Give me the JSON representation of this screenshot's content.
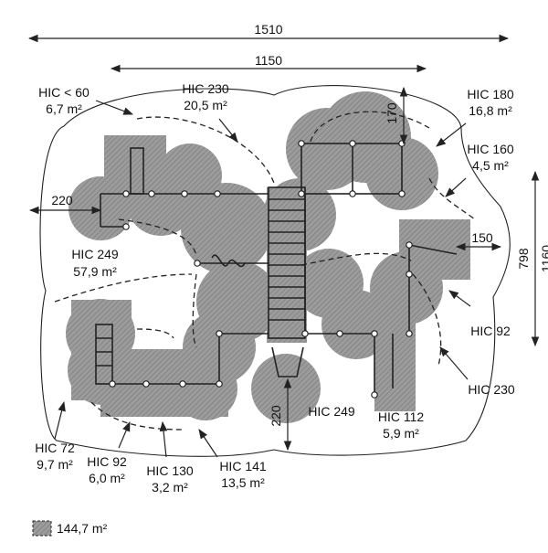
{
  "dimensions": {
    "total_width": "1510",
    "inner_width": "1150",
    "left_offset": "220",
    "top_offset": "170",
    "right_offset": "150",
    "bottom_offset": "220",
    "right_depth": "798",
    "right_depth_total": "1160"
  },
  "labels": {
    "hic_lt60": "HIC < 60",
    "hic_lt60_area": "6,7 m²",
    "hic230_top": "HIC 230",
    "hic230_top_area": "20,5 m²",
    "hic180": "HIC 180",
    "hic180_area": "16,8 m²",
    "hic160": "HIC 160",
    "hic160_area": "4,5 m²",
    "hic249_left": "HIC 249",
    "hic249_left_area": "57,9 m²",
    "hic92_right": "HIC 92",
    "hic230_right": "HIC 230",
    "hic249_bottom": "HIC 249",
    "hic112": "HIC 112",
    "hic112_area": "5,9 m²",
    "hic72": "HIC 72",
    "hic72_area": "9,7 m²",
    "hic92_bottom": "HIC 92",
    "hic92_bottom_area": "6,0 m²",
    "hic130": "HIC 130",
    "hic130_area": "3,2 m²",
    "hic141": "HIC 141",
    "hic141_area": "13,5 m²"
  },
  "legend": {
    "total_area": "144,7 m²"
  }
}
